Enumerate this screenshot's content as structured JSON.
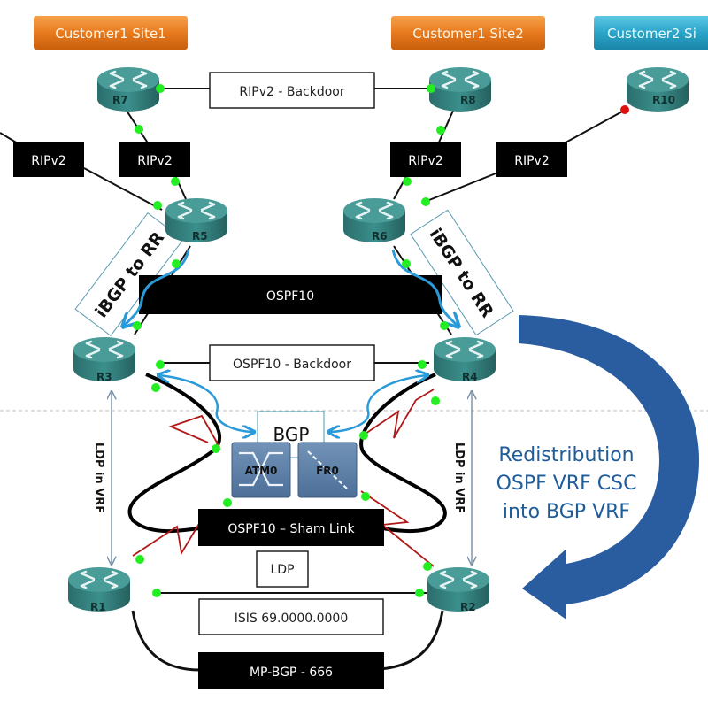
{
  "sites": [
    {
      "label": "Customer1 Site1",
      "color": "#e87a1e"
    },
    {
      "label": "Customer1 Site2",
      "color": "#e87a1e"
    },
    {
      "label": "Customer2 Si",
      "color": "#2aa4c8"
    }
  ],
  "routers": {
    "r7": "R7",
    "r8": "R8",
    "r10": "R10",
    "r5": "R5",
    "r6": "R6",
    "r3": "R3",
    "r4": "R4",
    "r1": "R1",
    "r2": "R2"
  },
  "links": {
    "rip_backdoor": "RIPv2 - Backdoor",
    "rip_left_outer": "RIPv2",
    "rip_left_inner": "RIPv2",
    "rip_right_inner": "RIPv2",
    "rip_right_outer": "RIPv2",
    "ospf10": "OSPF10",
    "ospf_backdoor": "OSPF10 - Backdoor",
    "ibgp_left": "iBGP to RR",
    "ibgp_right": "iBGP to RR",
    "bgp": "BGP",
    "ldp_vrf_left": "LDP in VRF",
    "ldp_vrf_right": "LDP in VRF",
    "sham_link": "OSPF10 – Sham Link",
    "ldp": "LDP",
    "isis": "ISIS 69.0000.0000",
    "mpbgp": "MP-BGP - 666"
  },
  "switches": {
    "atm": "ATM0",
    "fr": "FR0"
  },
  "redistribution": {
    "line1": "Redistribution",
    "line2": "OSPF VRF CSC",
    "line3": "into BGP VRF"
  },
  "colors": {
    "router_body": "#2f7f7d",
    "router_top": "#4a9c99",
    "link_up": "#22ee22",
    "link_down": "#e01010",
    "serial_link": "#b01818",
    "bgp_arrow": "#2a9ad8",
    "redis_arrow": "#2a5ca0",
    "switch_fill": "#5b7ea6"
  }
}
